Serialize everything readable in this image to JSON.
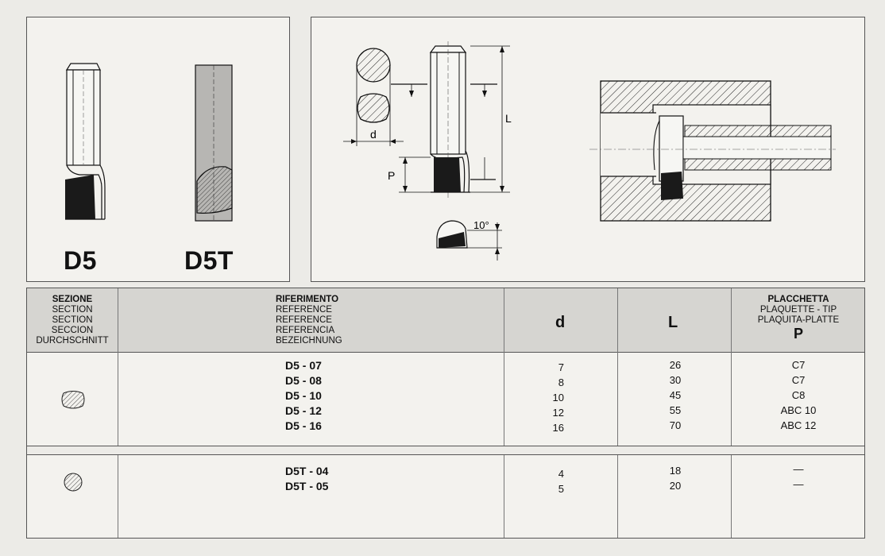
{
  "models": {
    "left_label": "D5",
    "right_label": "D5T"
  },
  "diagram": {
    "dim_d": "d",
    "dim_L": "L",
    "dim_P": "P",
    "angle": "10°"
  },
  "table": {
    "headers": {
      "section": [
        "SEZIONE",
        "SECTION",
        "SECTION",
        "SECCION",
        "DURCHSCHNITT"
      ],
      "reference": [
        "RIFERIMENTO",
        "REFERENCE",
        "REFERENCE",
        "REFERENCIA",
        "BEZEICHNUNG"
      ],
      "d": "d",
      "L": "L",
      "tip": [
        "PLACCHETTA",
        "PLAQUETTE - TIP",
        "PLAQUITA-PLATTE"
      ],
      "tip_symbol": "P"
    },
    "group1": [
      {
        "ref": "D5 - 07",
        "d": "7",
        "L": "26",
        "P": "C7"
      },
      {
        "ref": "D5 - 08",
        "d": "8",
        "L": "30",
        "P": "C7"
      },
      {
        "ref": "D5 - 10",
        "d": "10",
        "L": "45",
        "P": "C8"
      },
      {
        "ref": "D5 - 12",
        "d": "12",
        "L": "55",
        "P": "ABC 10"
      },
      {
        "ref": "D5 - 16",
        "d": "16",
        "L": "70",
        "P": "ABC 12"
      }
    ],
    "group2": [
      {
        "ref": "D5T - 04",
        "d": "4",
        "L": "18",
        "P": "—"
      },
      {
        "ref": "D5T - 05",
        "d": "5",
        "L": "20",
        "P": "—"
      }
    ]
  }
}
